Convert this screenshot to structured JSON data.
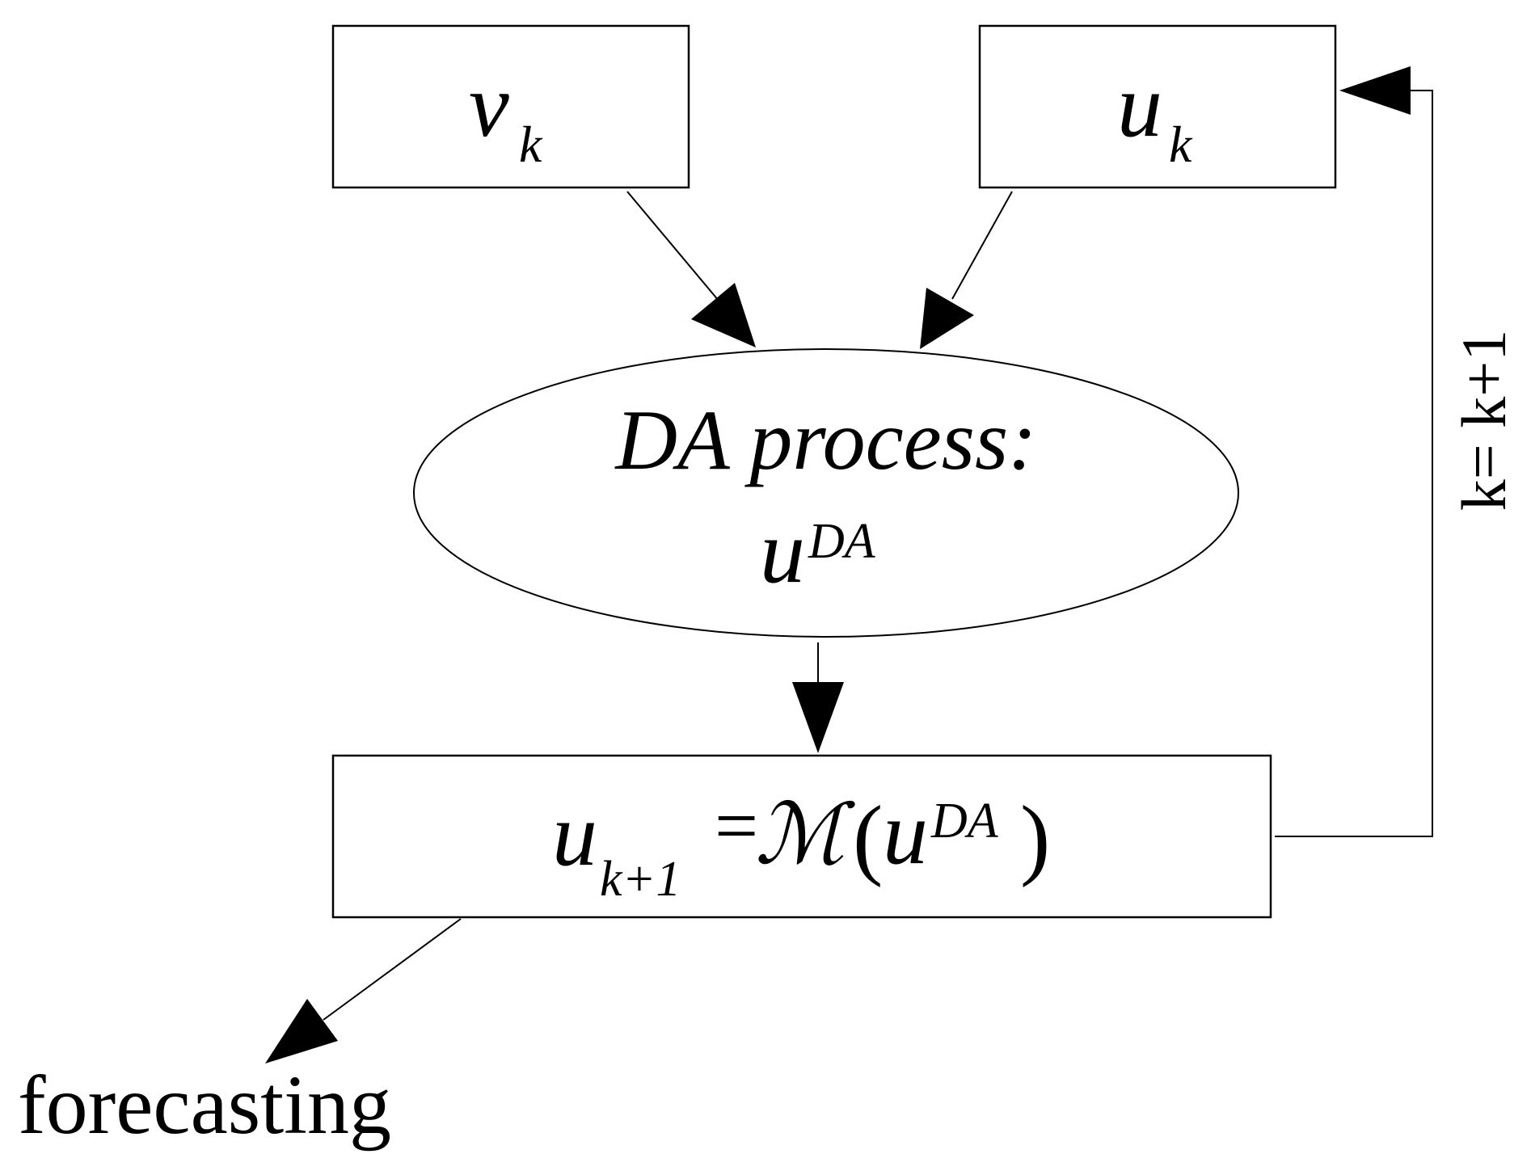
{
  "nodes": {
    "vk": {
      "base": "v",
      "sub": "k"
    },
    "uk": {
      "base": "u",
      "sub": "k"
    },
    "da": {
      "line1": "DA process:",
      "base": "u",
      "sup": "DA"
    },
    "model": {
      "lhs_base": "u",
      "lhs_sub": "k+1",
      "equals": "=",
      "operator": "ℳ",
      "open": "(",
      "arg_base": "u",
      "arg_sup": "DA",
      "close": ")"
    }
  },
  "edges": {
    "loop_label": "k= k+1",
    "output_label": "forecasting"
  }
}
